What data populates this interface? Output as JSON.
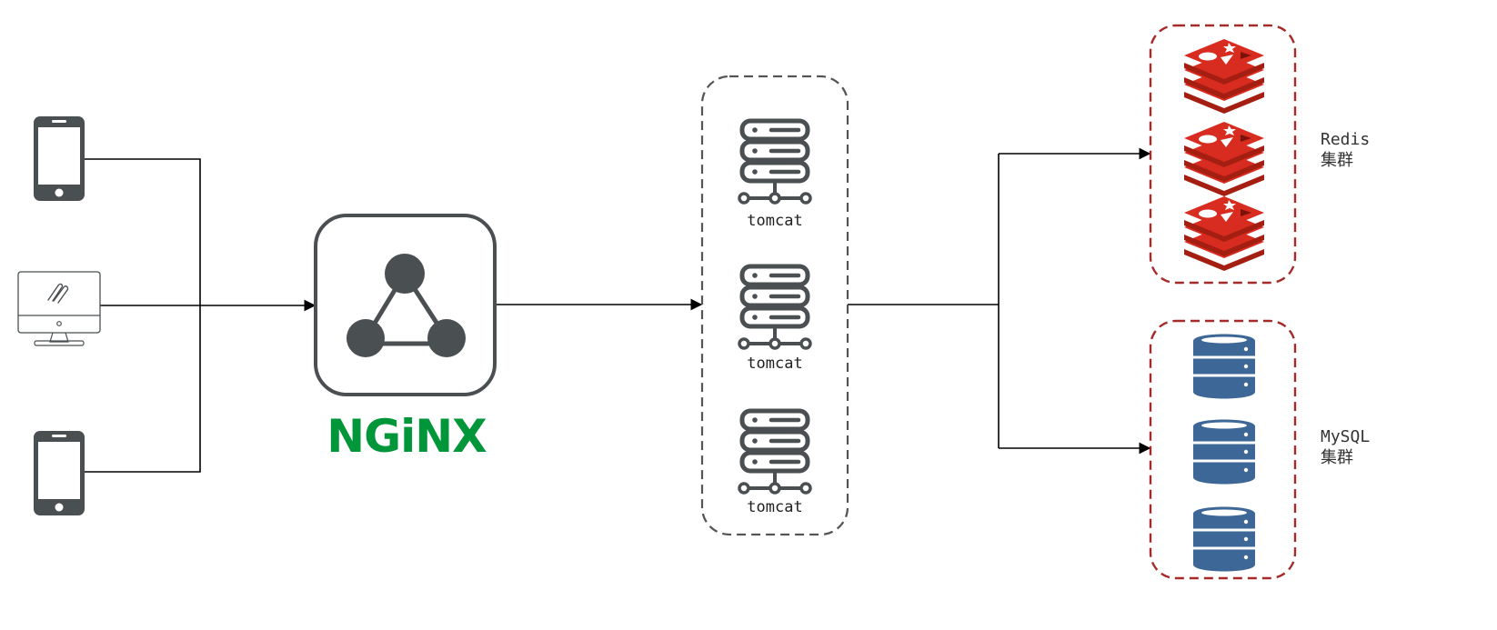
{
  "nginx": {
    "logo_text": "NGiNX"
  },
  "tomcat": {
    "labels": [
      "tomcat",
      "tomcat",
      "tomcat"
    ]
  },
  "redis": {
    "cluster_label_line1": "Redis",
    "cluster_label_line2": "集群"
  },
  "mysql": {
    "cluster_label_line1": "MySQL",
    "cluster_label_line2": "集群"
  },
  "colors": {
    "icon_dark": "#4a4f52",
    "nginx_green": "#009639",
    "redis_red": "#d82c20",
    "redis_dark": "#a41e11",
    "mysql_blue": "#3d6796",
    "cluster_border_red": "#a52a2a",
    "tomcat_border": "#555555",
    "line": "#000000"
  },
  "icons": {
    "clients": [
      "smartphone-icon",
      "desktop-monitor-icon",
      "smartphone-icon"
    ],
    "load_balancer": "nginx-node-icon",
    "app_server": "server-stack-icon",
    "cache": "redis-icon",
    "database": "database-icon"
  }
}
